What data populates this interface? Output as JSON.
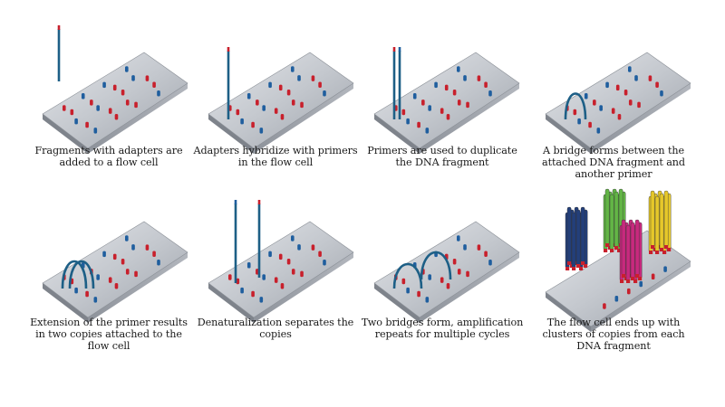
{
  "steps": [
    {
      "caption_lines": [
        "Fragments with adapters are",
        "added to a flow cell"
      ]
    },
    {
      "caption_lines": [
        "Adapters hybridize with primers",
        "in the flow cell"
      ]
    },
    {
      "caption_lines": [
        "Primers are used to duplicate",
        "the DNA fragment"
      ]
    },
    {
      "caption_lines": [
        "A bridge forms between the",
        "attached DNA fragment and",
        "another primer"
      ]
    },
    {
      "caption_lines": [
        "Extension of the primer results",
        "in two copies attached to the",
        "flow cell"
      ]
    },
    {
      "caption_lines": [
        "Denaturalization separates the",
        "copies"
      ]
    },
    {
      "caption_lines": [
        "Two bridges form, amplification",
        "repeats for multiple cycles"
      ]
    },
    {
      "caption_lines": [
        "The flow cell ends up with",
        "clusters of copies from each",
        "DNA fragment"
      ]
    }
  ],
  "colors": {
    "primer_blue": "#1f5e9e",
    "primer_red": "#c8202c",
    "strand_teal": "#1d5f86",
    "cluster_navy": "#233f7a",
    "cluster_green": "#63b646",
    "cluster_yellow": "#e6c82a",
    "cluster_magenta": "#c8297e"
  }
}
